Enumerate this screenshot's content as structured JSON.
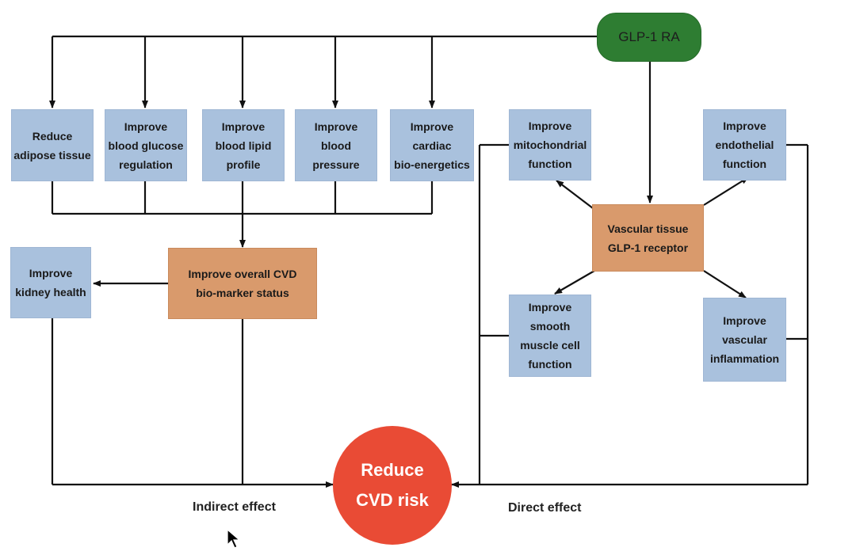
{
  "diagram": {
    "source_node": "GLP-1 RA",
    "indirect_targets": [
      "Reduce\nadipose tissue",
      "Improve\nblood glucose\nregulation",
      "Improve\nblood lipid\nprofile",
      "Improve\nblood\npressure",
      "Improve\ncardiac\nbio-energetics"
    ],
    "biomarker_node": "Improve overall CVD\nbio-marker status",
    "kidney_node": "Improve\nkidney health",
    "receptor_node": "Vascular tissue\nGLP-1 receptor",
    "direct_targets": {
      "mitochondrial": "Improve\nmitochondrial\nfunction",
      "endothelial": "Improve\nendothelial\nfunction",
      "smooth_muscle": "Improve\nsmooth\nmuscle cell\nfunction",
      "inflammation": "Improve\nvascular\ninflammation"
    },
    "outcome_node": "Reduce\nCVD risk",
    "labels": {
      "indirect": "Indirect effect",
      "direct": "Direct effect"
    },
    "colors": {
      "source": "#2e7d32",
      "target_box": "#a9c1dd",
      "hub_box": "#d99a6c",
      "outcome": "#e94b35"
    }
  }
}
